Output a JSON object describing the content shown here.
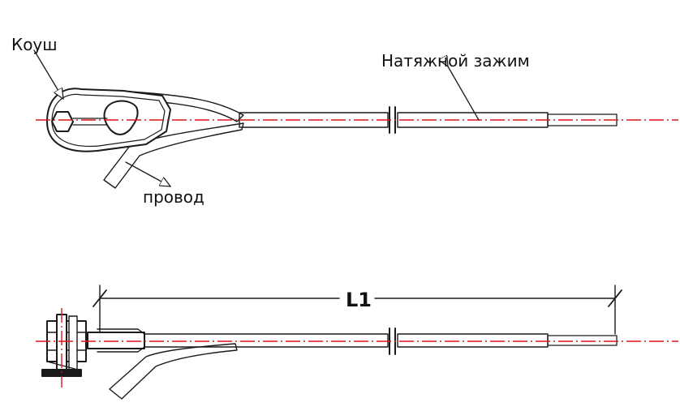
{
  "labels": {
    "thimble": "Коуш",
    "tension_clamp": "Натяжной зажим",
    "conductor": "провод",
    "length": "L1"
  },
  "colors": {
    "axis": "#e0141b",
    "ink": "#1a1a1a",
    "background": "#ffffff"
  }
}
